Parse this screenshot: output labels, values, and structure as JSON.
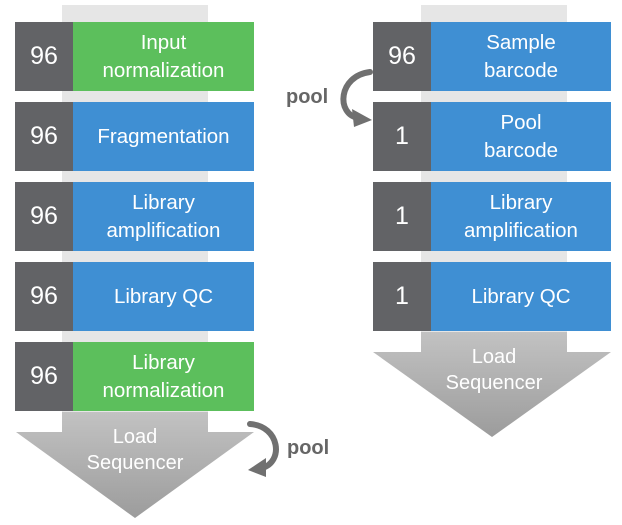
{
  "colors": {
    "count_bg": "#626366",
    "green": "#5cbf5c",
    "blue": "#3f8fd3",
    "funnel": "#aaaaaa",
    "pool_arrow": "#707070"
  },
  "left_workflow": {
    "steps": [
      {
        "count": "96",
        "label": "Input\nnormalization",
        "color": "green"
      },
      {
        "count": "96",
        "label": "Fragmentation",
        "color": "blue"
      },
      {
        "count": "96",
        "label": "Library\namplification",
        "color": "blue"
      },
      {
        "count": "96",
        "label": "Library QC",
        "color": "blue"
      },
      {
        "count": "96",
        "label": "Library\nnormalization",
        "color": "green"
      }
    ],
    "final_label": "Load\nSequencer",
    "pool_label": "pool"
  },
  "right_workflow": {
    "steps": [
      {
        "count": "96",
        "label": "Sample\nbarcode",
        "color": "blue"
      },
      {
        "count": "1",
        "label": "Pool\nbarcode",
        "color": "blue"
      },
      {
        "count": "1",
        "label": "Library\namplification",
        "color": "blue"
      },
      {
        "count": "1",
        "label": "Library QC",
        "color": "blue"
      }
    ],
    "final_label": "Load\nSequencer",
    "pool_label": "pool"
  }
}
